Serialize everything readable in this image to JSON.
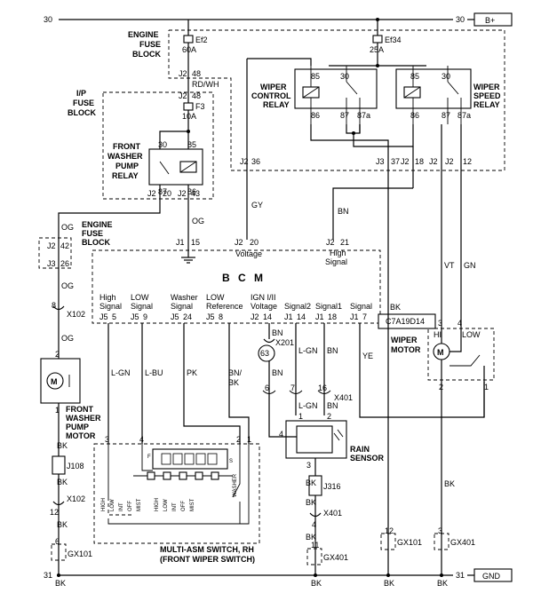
{
  "rails": {
    "b_plus": "B+",
    "gnd": "GND",
    "top_num": "30",
    "bot_num": "31"
  },
  "engine_fuse_block": {
    "title1": "ENGINE",
    "title2": "FUSE",
    "title3": "BLOCK",
    "fuse_ef2_label": "Ef2",
    "fuse_ef2_rating": "60A",
    "fuse_ef34_label": "Ef34",
    "fuse_ef34_rating": "25A"
  },
  "ip_fuse_block": {
    "title1": "I/P",
    "title2": "FUSE",
    "title3": "BLOCK",
    "fuse_label": "F3",
    "fuse_rating": "10A"
  },
  "wires": {
    "rdwh": "RD/WH",
    "og": "OG",
    "gy": "GY",
    "bn": "BN",
    "vt": "VT",
    "gn": "GN",
    "bk": "BK",
    "lgn": "L-GN",
    "lbu": "L-BU",
    "pk": "PK",
    "bnbk1": "BN/",
    "bnbk2": "BK",
    "ye": "YE"
  },
  "connectors": {
    "j2_48a": "J2",
    "n48a": "48",
    "j2_48b": "J2",
    "n48b": "48",
    "j2_36": "J2",
    "n36": "36",
    "j3_37": "J3",
    "n37": "37",
    "j2_18": "J2",
    "n18": "18",
    "j2_12": "J2",
    "j2b": "J2",
    "n12": "12",
    "j2_20a": "J2",
    "n20a": "20",
    "j2_43": "J2",
    "n43": "43",
    "j2_42": "J2",
    "n42": "42",
    "j3_26": "J3",
    "n26": "26",
    "j1_15": "J1",
    "n15": "15",
    "j2_20b": "J2",
    "n20b": "20",
    "j2_21": "J2",
    "n21": "21",
    "x102": "X102",
    "x102_pin": "8",
    "x102b": "X102",
    "x102b_pin": "12",
    "j108": "J108",
    "gx101": "GX101",
    "gx101_pin": "6",
    "gx101b": "GX101",
    "gx101b_pin": "12",
    "gx401": "GX401",
    "gx401_pin": "3",
    "gx401b": "GX401",
    "gx401b_pin": "11",
    "x201": "X201",
    "x201_pin": "63",
    "x401": "X401",
    "x401b": "X401",
    "x401b_pin": "4",
    "j316": "J316"
  },
  "front_washer_relay": {
    "t1": "FRONT",
    "t2": "WASHER",
    "t3": "PUMP",
    "t4": "RELAY",
    "p30": "30",
    "p85": "85",
    "p87": "87",
    "p86": "86"
  },
  "wiper_control_relay": {
    "t1": "WIPER",
    "t2": "CONTROL",
    "t3": "RELAY",
    "p85": "85",
    "p30": "30",
    "p86": "86",
    "p87": "87",
    "p87a": "87a"
  },
  "wiper_speed_relay": {
    "t1": "WIPER",
    "t2": "SPEED",
    "t3": "RELAY",
    "p85": "85",
    "p30": "30",
    "p86": "86",
    "p87": "87",
    "p87a": "87a"
  },
  "bcm": {
    "title": "B C M",
    "voltage": "Voltage",
    "high_signal1": "High",
    "high_signal2": "Signal",
    "pins": [
      {
        "l1": "High",
        "l2": "Signal",
        "conn": "J5",
        "pin": "5"
      },
      {
        "l1": "LOW",
        "l2": "Signal",
        "conn": "J5",
        "pin": "9"
      },
      {
        "l1": "Washer",
        "l2": "Signal",
        "conn": "J5",
        "pin": "24"
      },
      {
        "l1": "LOW",
        "l2": "Reference",
        "conn": "J5",
        "pin": "8"
      },
      {
        "l1": "IGN I/II",
        "l2": "Voltage",
        "conn": "J2",
        "pin": "14"
      },
      {
        "l1": "",
        "l2": "Signal2",
        "conn": "J1",
        "pin": "14"
      },
      {
        "l1": "",
        "l2": "Signal1",
        "conn": "J1",
        "pin": "18"
      },
      {
        "l1": "",
        "l2": "Signal",
        "conn": "J1",
        "pin": "7"
      }
    ]
  },
  "wiper_motor": {
    "t1": "WIPER",
    "t2": "MOTOR",
    "hi": "HI",
    "low": "LOW",
    "p3": "3",
    "p4": "4",
    "p2": "2",
    "p1": "1",
    "code": "C7A19D14"
  },
  "washer_motor": {
    "t1": "FRONT",
    "t2": "WASHER",
    "t3": "PUMP",
    "t4": "MOTOR",
    "p2": "2",
    "p1": "1"
  },
  "rain_sensor": {
    "t1": "RAIN",
    "t2": "SENSOR",
    "p4": "4",
    "p1": "1",
    "p2": "2",
    "p3": "3",
    "x401_p6": "6",
    "x401_p7": "7",
    "x401_p16": "16"
  },
  "switch": {
    "t1": "MULTI-ASM SWITCH, RH",
    "t2": "(FRONT WIPER SWITCH)",
    "p3": "3",
    "p4": "4",
    "p2": "2",
    "p1": "1",
    "pos": [
      "HIGH",
      "LOW",
      "INT",
      "OFF",
      "MIST",
      "HIGH",
      "LOW",
      "INT",
      "OFF",
      "MIST"
    ],
    "washer": "WASHER",
    "f": "F",
    "s": "S"
  }
}
